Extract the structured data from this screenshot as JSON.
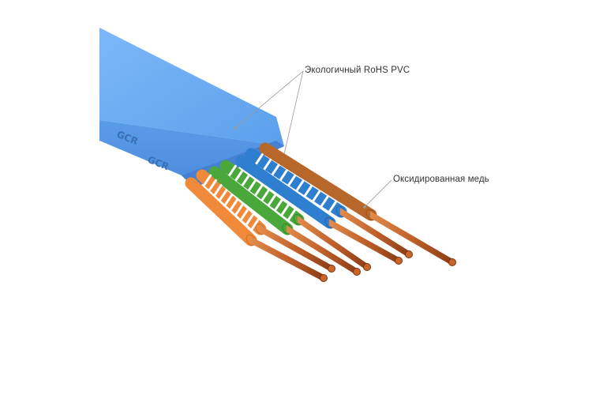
{
  "callouts": {
    "insulation": "Экологичный RoHS PVC",
    "conductor": "Оксидированная медь"
  },
  "cable": {
    "brand_mark": "GCR",
    "jacket_color": "#6aaaf2",
    "pairs": [
      {
        "name": "orange",
        "solid": "#f08a3a",
        "stripe": "#ffffff"
      },
      {
        "name": "green",
        "solid": "#4aa83a",
        "stripe": "#ffffff"
      },
      {
        "name": "blue",
        "solid": "#2f7fd0",
        "stripe": "#ffffff"
      },
      {
        "name": "brown",
        "solid": "#b8672a",
        "stripe": "#ffffff"
      }
    ],
    "copper_color": "#c9662a"
  }
}
